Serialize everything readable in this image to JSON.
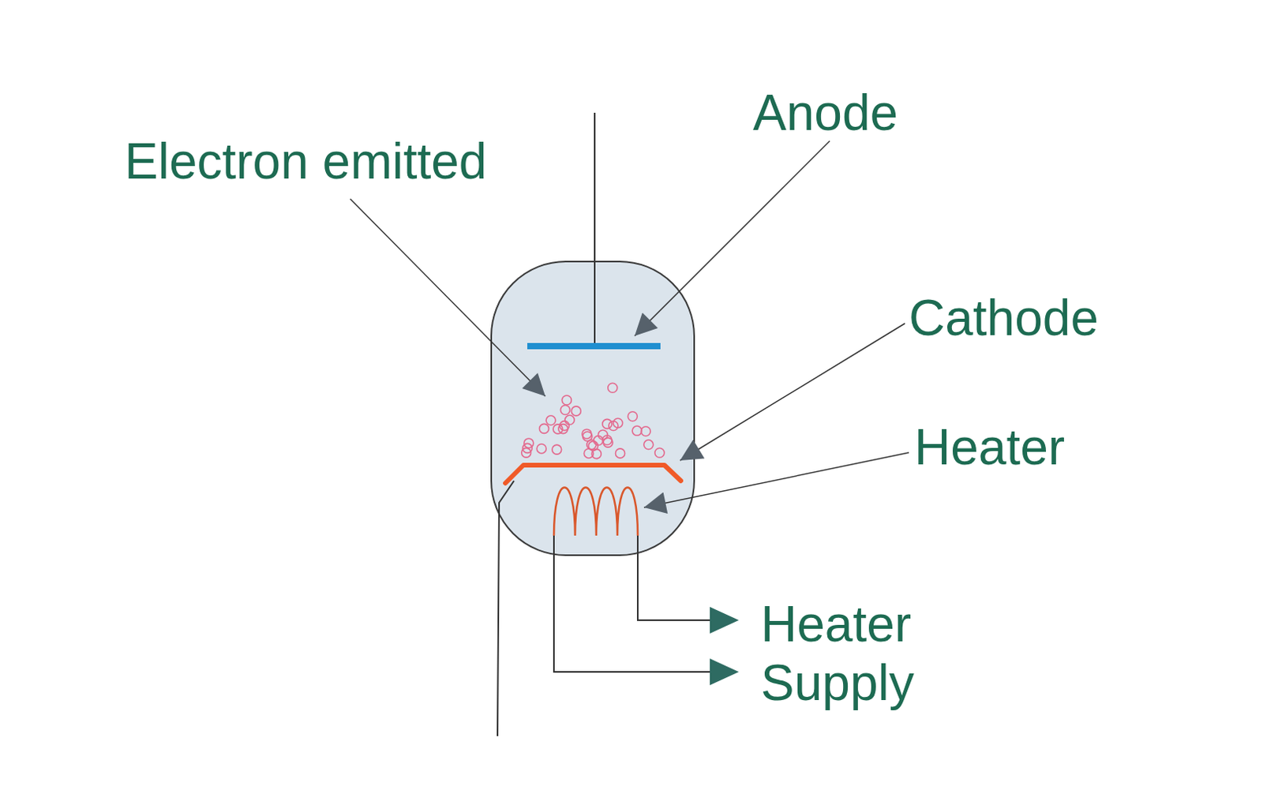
{
  "diagram": {
    "labels": [
      "Electron emitted",
      "Anode",
      "Cathode",
      "Heater",
      "Heater Supply"
    ]
  }
}
